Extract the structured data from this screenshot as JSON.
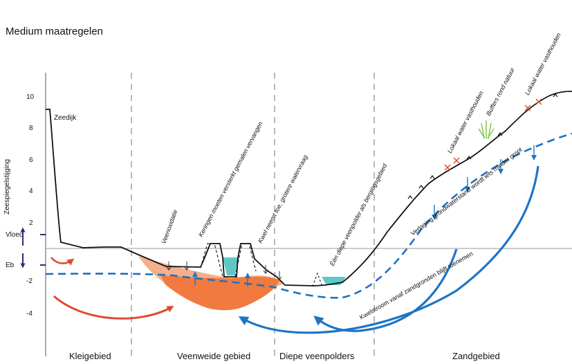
{
  "title": "Medium maatregelen",
  "y_axis": {
    "label": "Zeespiegelstijging",
    "ticks": [
      "10",
      "8",
      "6",
      "4",
      "2",
      "-2",
      "-4"
    ]
  },
  "tide": {
    "high": "Vloed",
    "low": "Eb"
  },
  "labels": {
    "zeedijk": "Zeedijk",
    "veenoxidatie": "Veenoxidatie",
    "keringen": "Keringen moeten versterkt gemalen vervangen",
    "kwel": "Kwel neemt toe, grotere watervraag",
    "diepe_polder": "Één diepe veenpolder als bergingsgebied",
    "lokaal1": "Lokaal water vasthouden",
    "buffers": "Buffers rond natuur",
    "lokaal2": "Lokaal water vasthouden",
    "verlaging": "Verlaging grondwaterstand wordt iets minder groot",
    "kwelstroom": "Kwelstroom vanaf zandgronden blijft toenemen"
  },
  "zones": [
    "Kleigebied",
    "Veenweide gebied",
    "Diepe veenpolders",
    "Zandgebied"
  ],
  "colors": {
    "terrain": "#111111",
    "water_table": "#1f6fbf",
    "peat_orange": "#f07a3f",
    "peat_light": "#f3b08a",
    "water_teal": "#5ec8c6",
    "red_arrow": "#e04a30",
    "blue_arrow": "#1f74c8",
    "green_grass": "#7cc242",
    "tide_arrow": "#2a2a7a"
  }
}
